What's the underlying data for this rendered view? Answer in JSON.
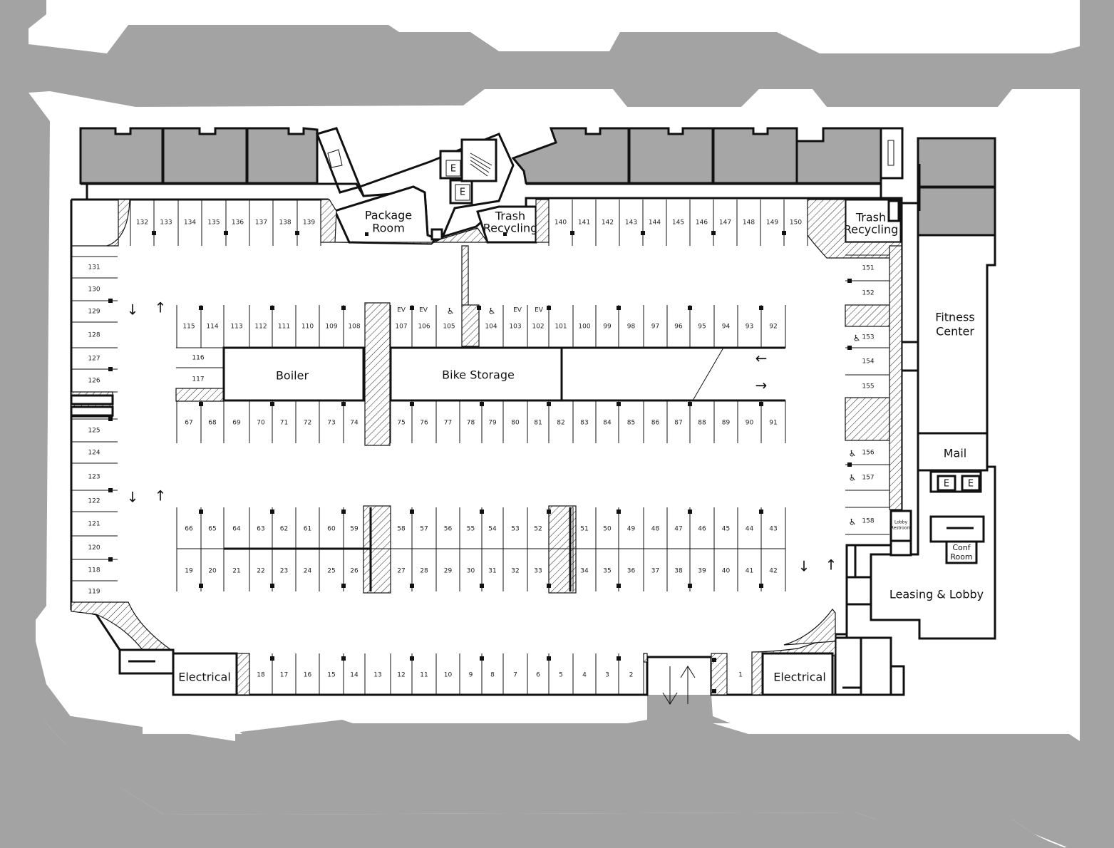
{
  "colors": {
    "road": "#a3a3a3",
    "unit": "#a6a6a6",
    "wall": "#111111",
    "ground": "#ffffff"
  },
  "rooms": {
    "package_room": [
      "Package",
      "Room"
    ],
    "trash_recycling": [
      "Trash",
      "Recycling"
    ],
    "boiler": "Boiler",
    "bike_storage": "Bike Storage",
    "fitness_center": [
      "Fitness",
      "Center"
    ],
    "mail": "Mail",
    "lobby_restroom": [
      "Lobby",
      "Restroom"
    ],
    "conf_room": [
      "Conf",
      "Room"
    ],
    "leasing_lobby": "Leasing & Lobby",
    "electrical": "Electrical",
    "elevator": "E"
  },
  "labels": {
    "ev": "EV"
  },
  "icons": {
    "accessible": "accessible-icon",
    "arrow_up": "arrow-up-icon",
    "arrow_down": "arrow-down-icon",
    "arrow_left": "arrow-left-icon",
    "arrow_right": "arrow-right-icon"
  },
  "stalls": {
    "north": [
      "132",
      "133",
      "134",
      "135",
      "136",
      "137",
      "138",
      "139",
      "140",
      "141",
      "142",
      "143",
      "144",
      "145",
      "146",
      "147",
      "148",
      "149",
      "150"
    ],
    "west_upper": [
      "131",
      "130",
      "129",
      "128",
      "127",
      "126"
    ],
    "west_lower": [
      "125",
      "124",
      "123",
      "122",
      "121",
      "120",
      "118",
      "119"
    ],
    "center_north_upper": [
      "115",
      "114",
      "113",
      "112",
      "111",
      "110",
      "109",
      "108",
      "107",
      "106",
      "105",
      "104",
      "103",
      "102",
      "101",
      "100",
      "99",
      "98",
      "97",
      "96",
      "95",
      "94",
      "93",
      "92"
    ],
    "center_north_side": [
      "116",
      "117"
    ],
    "center_north_lower": [
      "67",
      "68",
      "69",
      "70",
      "71",
      "72",
      "73",
      "74",
      "75",
      "76",
      "77",
      "78",
      "79",
      "80",
      "81",
      "82",
      "83",
      "84",
      "85",
      "86",
      "87",
      "88",
      "89",
      "90",
      "91"
    ],
    "center_south_upper": [
      "66",
      "65",
      "64",
      "63",
      "62",
      "61",
      "60",
      "59",
      "58",
      "57",
      "56",
      "55",
      "54",
      "53",
      "52",
      "51",
      "50",
      "49",
      "48",
      "47",
      "46",
      "45",
      "44",
      "43"
    ],
    "center_south_lower": [
      "19",
      "20",
      "21",
      "22",
      "23",
      "24",
      "25",
      "26",
      "27",
      "28",
      "29",
      "30",
      "31",
      "32",
      "33",
      "34",
      "35",
      "36",
      "37",
      "38",
      "39",
      "40",
      "41",
      "42"
    ],
    "south": [
      "18",
      "17",
      "16",
      "15",
      "14",
      "13",
      "12",
      "11",
      "10",
      "9",
      "8",
      "7",
      "6",
      "5",
      "4",
      "3",
      "2",
      "1"
    ],
    "east": [
      "151",
      "152",
      "153",
      "154",
      "155",
      "156",
      "157",
      "158"
    ]
  }
}
